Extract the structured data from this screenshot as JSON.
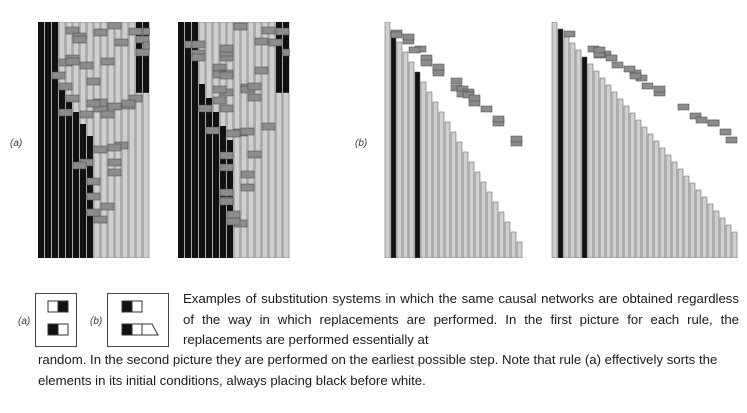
{
  "labels": {
    "a": "(a)",
    "b": "(b)"
  },
  "caption": {
    "text": "Examples of substitution systems in which the same causal networks are obtained regardless of the way in which replacements are performed. In the first picture for each rule, the replacements are performed essentially at",
    "text2": "random. In the second picture they are performed on the earliest possible step. Note that rule (a) effectively sorts the elements in its initial conditions, always placing black before white."
  },
  "colors": {
    "black": "#111111",
    "light": "#cfcfcf",
    "gray": "#8c8c8c",
    "stroke": "#555555"
  }
}
